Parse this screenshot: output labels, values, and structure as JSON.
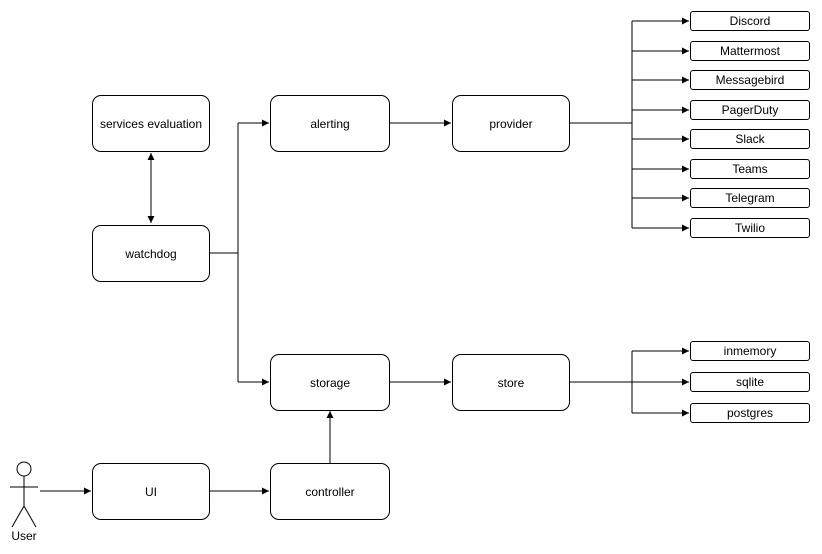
{
  "diagram": {
    "nodes": {
      "services_evaluation": {
        "label": "services evaluation"
      },
      "watchdog": {
        "label": "watchdog"
      },
      "alerting": {
        "label": "alerting"
      },
      "provider": {
        "label": "provider"
      },
      "storage": {
        "label": "storage"
      },
      "store": {
        "label": "store"
      },
      "ui": {
        "label": "UI"
      },
      "controller": {
        "label": "controller"
      }
    },
    "provider_targets": [
      "Discord",
      "Mattermost",
      "Messagebird",
      "PagerDuty",
      "Slack",
      "Teams",
      "Telegram",
      "Twilio"
    ],
    "store_targets": [
      "inmemory",
      "sqlite",
      "postgres"
    ],
    "actor_label": "User",
    "colors": {
      "stroke": "#000000",
      "node_fill": "#ffffff",
      "background": "#ffffff"
    }
  }
}
